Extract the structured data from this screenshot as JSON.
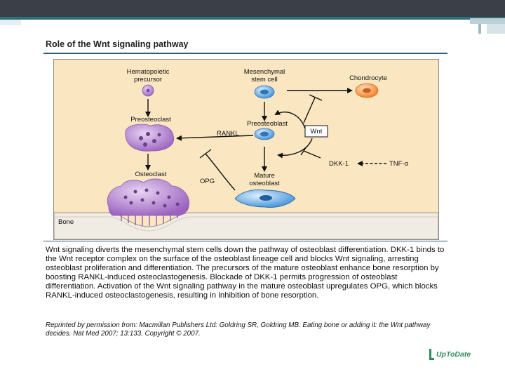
{
  "title": "Role of the Wnt signaling pathway",
  "colors": {
    "header_dark": "#3b3f48",
    "header_teal": "#2d6f7a",
    "rule_blue": "#2f5c84",
    "figure_bg": "#fbe6c2",
    "bone_bg": "#f1ece3",
    "osteoclast_purple": "#a56fc6",
    "stem_cell_blue": "#5aa7e0",
    "chondrocyte_orange": "#f08a2a",
    "logo_green": "#2e8a5e"
  },
  "diagram": {
    "hematopoietic_precursor": "Hematopoietic\nprecursor",
    "mesenchymal_stem_cell": "Mesenchymal\nstem cell",
    "chondrocyte": "Chondrocyte",
    "preosteoclast": "Preosteoclast",
    "preosteoblast": "Preosteoblast",
    "rankl": "RANKL",
    "wnt": "Wnt",
    "dkk1": "DKK-1",
    "tnf": "TNF-α",
    "osteoclast": "Osteoclast",
    "opg": "OPG",
    "mature_osteoblast": "Mature\nosteoblast",
    "bone": "Bone"
  },
  "caption": "Wnt signaling diverts the mesenchymal stem cells down the pathway of osteoblast differentiation. DKK-1 binds to the Wnt receptor complex on the surface of the osteoblast lineage cell and blocks Wnt signaling, arresting osteoblast proliferation and differentiation. The precursors of the mature osteoblast enhance bone resorption by boosting RANKL-induced osteoclastogenesis. Blockade of DKK-1 permits progression of osteoblast differentiation. Activation of the Wnt signaling pathway in the mature osteoblast upregulates OPG, which blocks RANKL-induced osteoclastogenesis, resulting in inhibition of bone resorption.",
  "credit": "Reprinted by permission from: Macmillan Publishers Ltd: Goldring SR, Goldring MB. Eating bone or adding it: the Wnt pathway decides. Nat Med 2007; 13:133. Copyright © 2007.",
  "logo": "UpToDate"
}
